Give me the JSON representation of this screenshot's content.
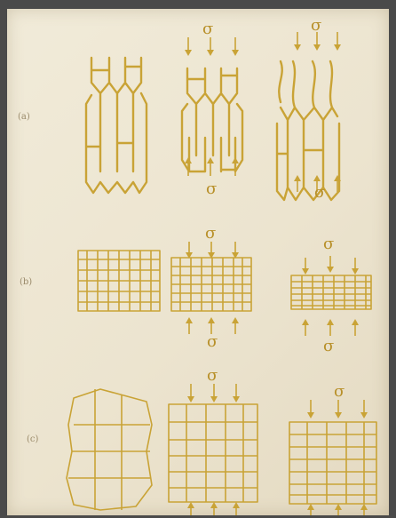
{
  "figure": {
    "row_labels": [
      "(a)",
      "(b)",
      "(c)"
    ],
    "stress_symbol": "σ"
  },
  "colors": {
    "background": "#4a4a4a",
    "paper": "#efe8d4",
    "cell_wall": "#c9a336",
    "label": "#9a8a6a"
  }
}
